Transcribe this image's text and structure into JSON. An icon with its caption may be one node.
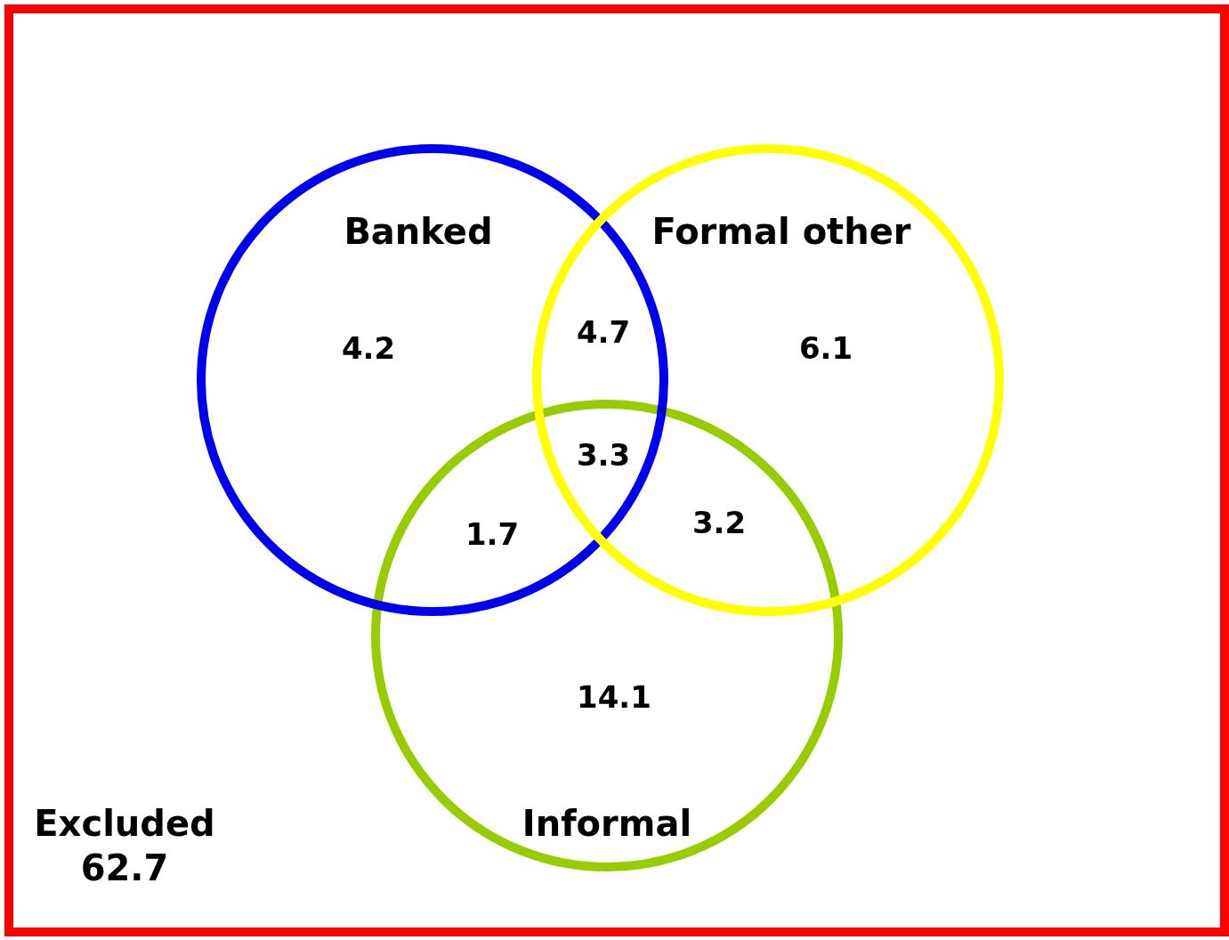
{
  "diagram": {
    "nodes": [
      {
        "text": [
          "Excluded",
          "62.7"
        ]
      },
      {
        "text": [
          "Banked"
        ],
        "in": 0
      },
      {
        "text": [
          "Formal other"
        ],
        "in": 0
      },
      {
        "text": [
          "Informal"
        ],
        "in": 0
      }
    ],
    "labels": [
      "4.2",
      "4.7",
      "6.1",
      "3.3",
      "1.7",
      "3.2",
      "14.1"
    ]
  }
}
